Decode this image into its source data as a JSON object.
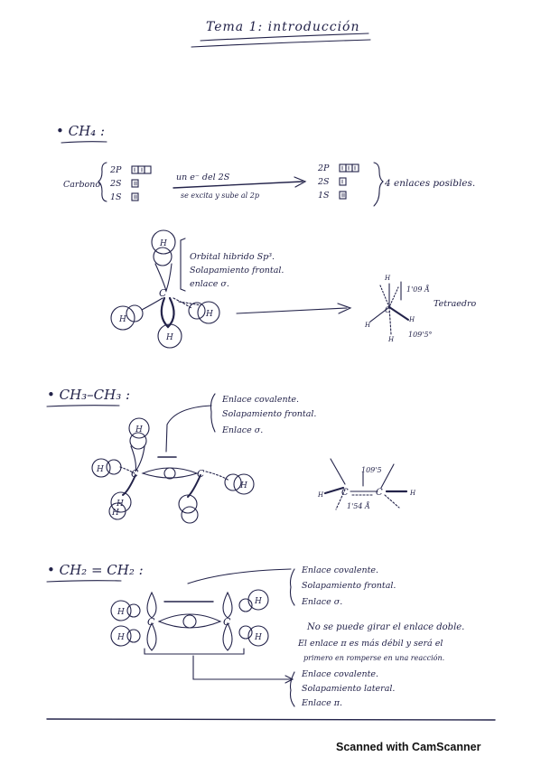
{
  "title": "Tema 1: introducción",
  "ch4": {
    "heading": "• CH₄ :",
    "carbono": "Carbono",
    "ground_lines": [
      "2P",
      "2S",
      "1S"
    ],
    "arrow_top": "un e⁻ del 2S",
    "arrow_bottom": "se excita y sube al 2p",
    "excited_lines": [
      "2P",
      "2S",
      "1S"
    ],
    "bonds_note": "4 enlaces posibles.",
    "notes": [
      "Orbital hibrido Sp³.",
      "Solapamiento frontal.",
      "enlace σ."
    ],
    "bond_length": "1'09 Å",
    "angle": "109'5°",
    "shape": "Tetraedro"
  },
  "ethane": {
    "heading": "• CH₃–CH₃ :",
    "notes": [
      "Enlace covalente.",
      "Solapamiento frontal.",
      "Enlace σ."
    ],
    "bond_length": "1'54 Å",
    "angle_label": "109'5"
  },
  "ethene": {
    "heading": "• CH₂ = CH₂ :",
    "notes_sigma": [
      "Enlace covalente.",
      "Solapamiento frontal.",
      "Enlace σ."
    ],
    "remarks": [
      "No se puede girar el enlace doble.",
      "El enlace π es más débil y será el",
      "primero en romperse en una reacción."
    ],
    "notes_pi": [
      "Enlace covalente.",
      "Solapamiento lateral.",
      "Enlace π."
    ]
  },
  "atoms": {
    "h": "H",
    "c": "C"
  },
  "footer": "Scanned with CamScanner"
}
